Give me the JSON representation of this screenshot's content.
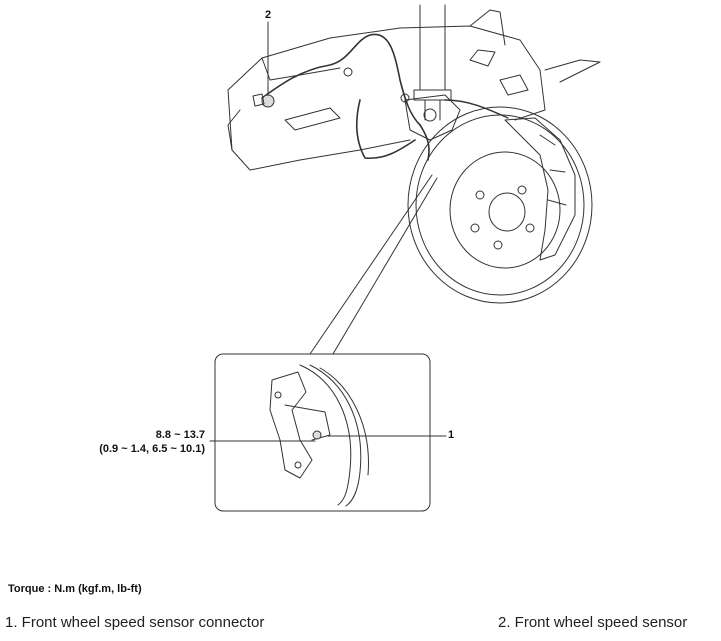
{
  "callouts": {
    "one": "1",
    "two": "2"
  },
  "torque_spec": {
    "line1": "8.8 ~ 13.7",
    "line2": "(0.9 ~ 1.4, 6.5 ~ 10.1)"
  },
  "torque_heading": "Torque : N.m (kgf.m, lb-ft)",
  "legend": [
    "1. Front wheel speed sensor connector",
    "2. Front wheel speed sensor"
  ]
}
